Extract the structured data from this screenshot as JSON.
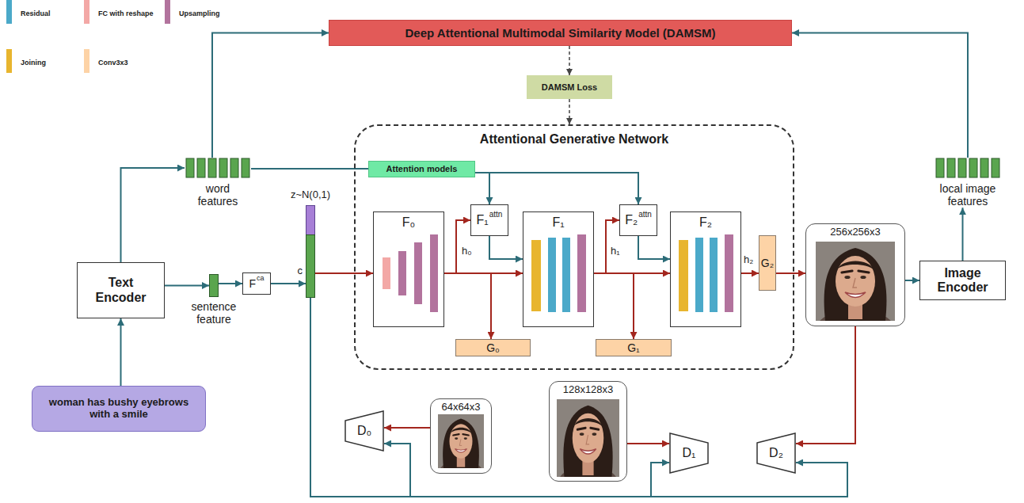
{
  "diagram": {
    "nodes": [
      {
        "text": [
          "Deep Attentional Multimodal Similarity Model (DAMSM)"
        ]
      },
      {
        "text": [
          "DAMSM Loss"
        ]
      },
      {
        "text": [
          "Attentional Generative Network"
        ]
      },
      {
        "text": [
          "Attention models"
        ],
        "in": 2
      },
      {
        "text": [
          "F₀"
        ],
        "in": 2
      },
      {
        "text": [
          "F₁",
          "attn"
        ],
        "in": 2
      },
      {
        "text": [
          "F₁"
        ],
        "in": 2
      },
      {
        "text": [
          "F₂",
          "attn"
        ],
        "in": 2
      },
      {
        "text": [
          "F₂"
        ],
        "in": 2
      },
      {
        "text": [
          "G₀"
        ],
        "in": 2
      },
      {
        "text": [
          "G₁"
        ],
        "in": 2
      },
      {
        "text": [
          "G₂"
        ],
        "in": 2
      },
      {
        "text": [
          "word features"
        ]
      },
      {
        "text": [
          "local image features"
        ]
      },
      {
        "text": [
          "Text Encoder"
        ]
      },
      {
        "text": [
          "sentence feature"
        ]
      },
      {
        "text": [
          "F",
          "ca"
        ]
      },
      {
        "text": [
          "z~N(0,1)",
          "c"
        ]
      },
      {
        "text": [
          "256x256x3"
        ]
      },
      {
        "text": [
          "Image Encoder"
        ]
      },
      {
        "text": [
          "woman has bushy eyebrows with a smile"
        ]
      },
      {
        "text": [
          "D₀"
        ]
      },
      {
        "text": [
          "64x64x3"
        ]
      },
      {
        "text": [
          "128x128x3"
        ]
      },
      {
        "text": [
          "D₁"
        ]
      },
      {
        "text": [
          "D₂"
        ]
      }
    ],
    "edges": [
      {
        "from": 20,
        "to": 14,
        "arrow": "to"
      },
      {
        "from": 14,
        "to": 12,
        "arrow": "to"
      },
      {
        "from": 12,
        "to": 0,
        "arrow": "to"
      },
      {
        "from": 12,
        "to": 3,
        "arrow": "none"
      },
      {
        "from": 3,
        "to": 5,
        "arrow": "to"
      },
      {
        "from": 3,
        "to": 7,
        "arrow": "to"
      },
      {
        "from": 14,
        "to": 15,
        "arrow": "to"
      },
      {
        "from": 15,
        "to": 16,
        "arrow": "to"
      },
      {
        "from": 16,
        "to": 17,
        "arrow": "to"
      },
      {
        "from": 17,
        "to": 4,
        "arrow": "to"
      },
      {
        "from": 4,
        "to": 6,
        "arrow": "to"
      },
      {
        "from": 4,
        "to": 5,
        "arrow": "to"
      },
      {
        "from": 4,
        "to": 9,
        "arrow": "to"
      },
      {
        "from": 5,
        "to": 6,
        "arrow": "to"
      },
      {
        "from": 6,
        "to": 8,
        "arrow": "to"
      },
      {
        "from": 6,
        "to": 7,
        "arrow": "to"
      },
      {
        "from": 6,
        "to": 10,
        "arrow": "to"
      },
      {
        "from": 7,
        "to": 8,
        "arrow": "to"
      },
      {
        "from": 8,
        "to": 11,
        "arrow": "to"
      },
      {
        "from": 11,
        "to": 18,
        "arrow": "to"
      },
      {
        "from": 18,
        "to": 19,
        "arrow": "to"
      },
      {
        "from": 19,
        "to": 13,
        "arrow": "to"
      },
      {
        "from": 13,
        "to": 0,
        "arrow": "to"
      },
      {
        "from": 0,
        "to": 1,
        "arrow": "to"
      },
      {
        "from": 1,
        "to": 2,
        "arrow": "to"
      },
      {
        "from": 22,
        "to": 21,
        "arrow": "to"
      },
      {
        "from": 23,
        "to": 24,
        "arrow": "to"
      },
      {
        "from": 18,
        "to": 25,
        "arrow": "to"
      },
      {
        "from": 17,
        "to": 21,
        "arrow": "to"
      },
      {
        "from": 17,
        "to": 24,
        "arrow": "to"
      },
      {
        "from": 17,
        "to": 25,
        "arrow": "to"
      }
    ],
    "labels": [
      "h₀",
      "h₁",
      "h₂"
    ],
    "legend": [
      {
        "text": "Residual",
        "color": "#4ba9c9"
      },
      {
        "text": "FC with reshape",
        "color": "#f3a8a6"
      },
      {
        "text": "Upsampling",
        "color": "#b2739d"
      },
      {
        "text": "Joining",
        "color": "#e8b52e"
      },
      {
        "text": "Conv3x3",
        "color": "#fdd3a6"
      }
    ]
  }
}
